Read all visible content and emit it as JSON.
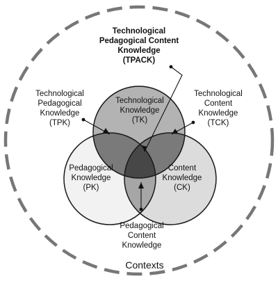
{
  "diagram": {
    "tpack": {
      "line1": "Technological",
      "line2": "Pedagogical Content",
      "line3": "Knowledge",
      "line4": "(TPACK)"
    },
    "tk": {
      "line1": "Technological",
      "line2": "Knowledge",
      "line3": "(TK)"
    },
    "pk": {
      "line1": "Pedagogical",
      "line2": "Knowledge",
      "line3": "(PK)"
    },
    "ck": {
      "line1": "Content",
      "line2": "Knowledge",
      "line3": "(CK)"
    },
    "tpk": {
      "line1": "Technological",
      "line2": "Pedagogical",
      "line3": "Knowledge",
      "line4": "(TPK)"
    },
    "tck": {
      "line1": "Technological",
      "line2": "Content",
      "line3": "Knowledge",
      "line4": "(TCK)"
    },
    "pck": {
      "line1": "Pedagogical",
      "line2": "Content",
      "line3": "Knowledge"
    },
    "contexts": "Contexts"
  },
  "colors": {
    "tk_fill": "#b3b3b3",
    "pk_fill": "#f2f2f2",
    "ck_fill": "#dcdcdc",
    "tp_overlap": "#7a7a7a",
    "tc_overlap": "#7a7a7a",
    "pc_overlap": "#a6a6a6",
    "center_overlap": "#474747",
    "outline": "#1a1a1a",
    "dashed_border": "#777777"
  }
}
